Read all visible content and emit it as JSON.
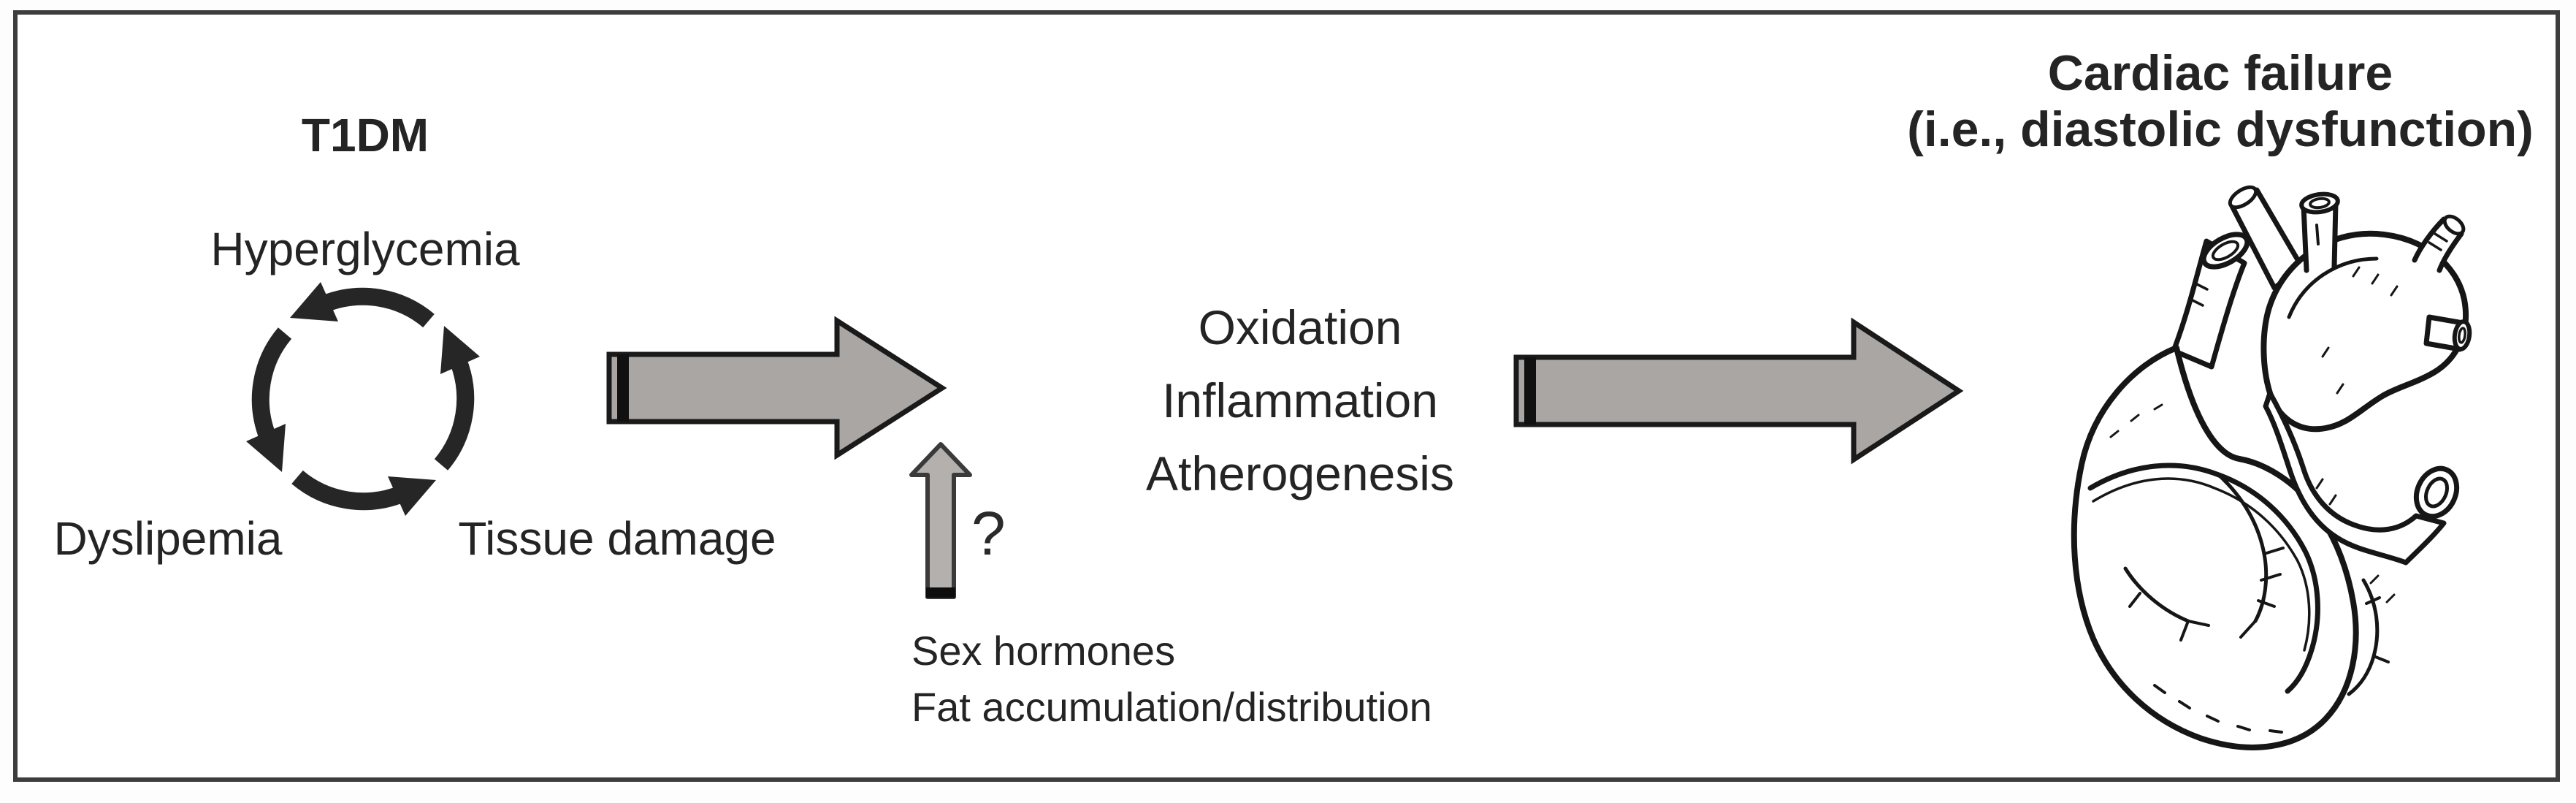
{
  "figure": {
    "colors": {
      "background": "#ffffff",
      "frame_border": "#3d3d3d",
      "text": "#242424",
      "big_arrow_fill": "#a9a6a3",
      "big_arrow_outline": "#1a1a1a",
      "up_arrow_fill": "#b3b0ad",
      "up_arrow_outline": "#3a3a3a",
      "cycle_arrows": "#262626",
      "heart_line": "#161616"
    },
    "left_group": {
      "title": "T1DM",
      "cycle_top_label": "Hyperglycemia",
      "cycle_bottom_left_label": "Dyslipemia",
      "cycle_bottom_right_label": "Tissue damage"
    },
    "middle_group": {
      "effects_line1": "Oxidation",
      "effects_line2": "Inflammation",
      "effects_line3": "Atherogenesis",
      "question_mark": "?",
      "modulator_line1": "Sex hormones",
      "modulator_line2": "Fat accumulation/distribution"
    },
    "right_group": {
      "title_line1": "Cardiac failure",
      "title_line2": "(i.e., diastolic dysfunction)"
    }
  }
}
